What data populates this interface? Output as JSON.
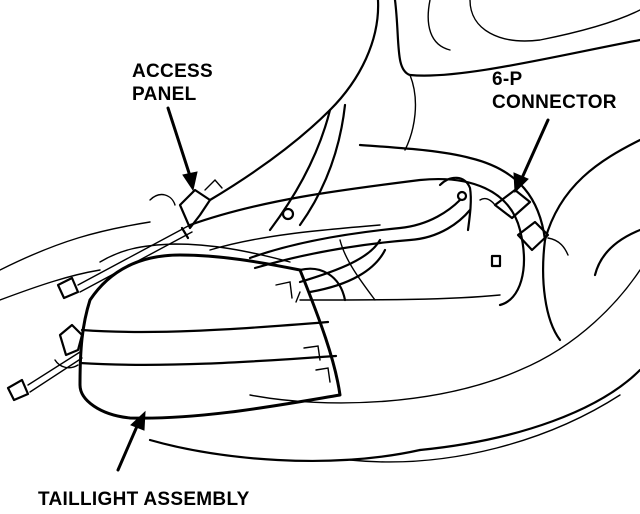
{
  "labels": {
    "access_panel_line1": "ACCESS",
    "access_panel_line2": "PANEL",
    "connector_line1": "6-P",
    "connector_line2": "CONNECTOR",
    "taillight": "TAILLIGHT ASSEMBLY"
  },
  "colors": {
    "ink": "#000000",
    "paper": "#ffffff"
  }
}
